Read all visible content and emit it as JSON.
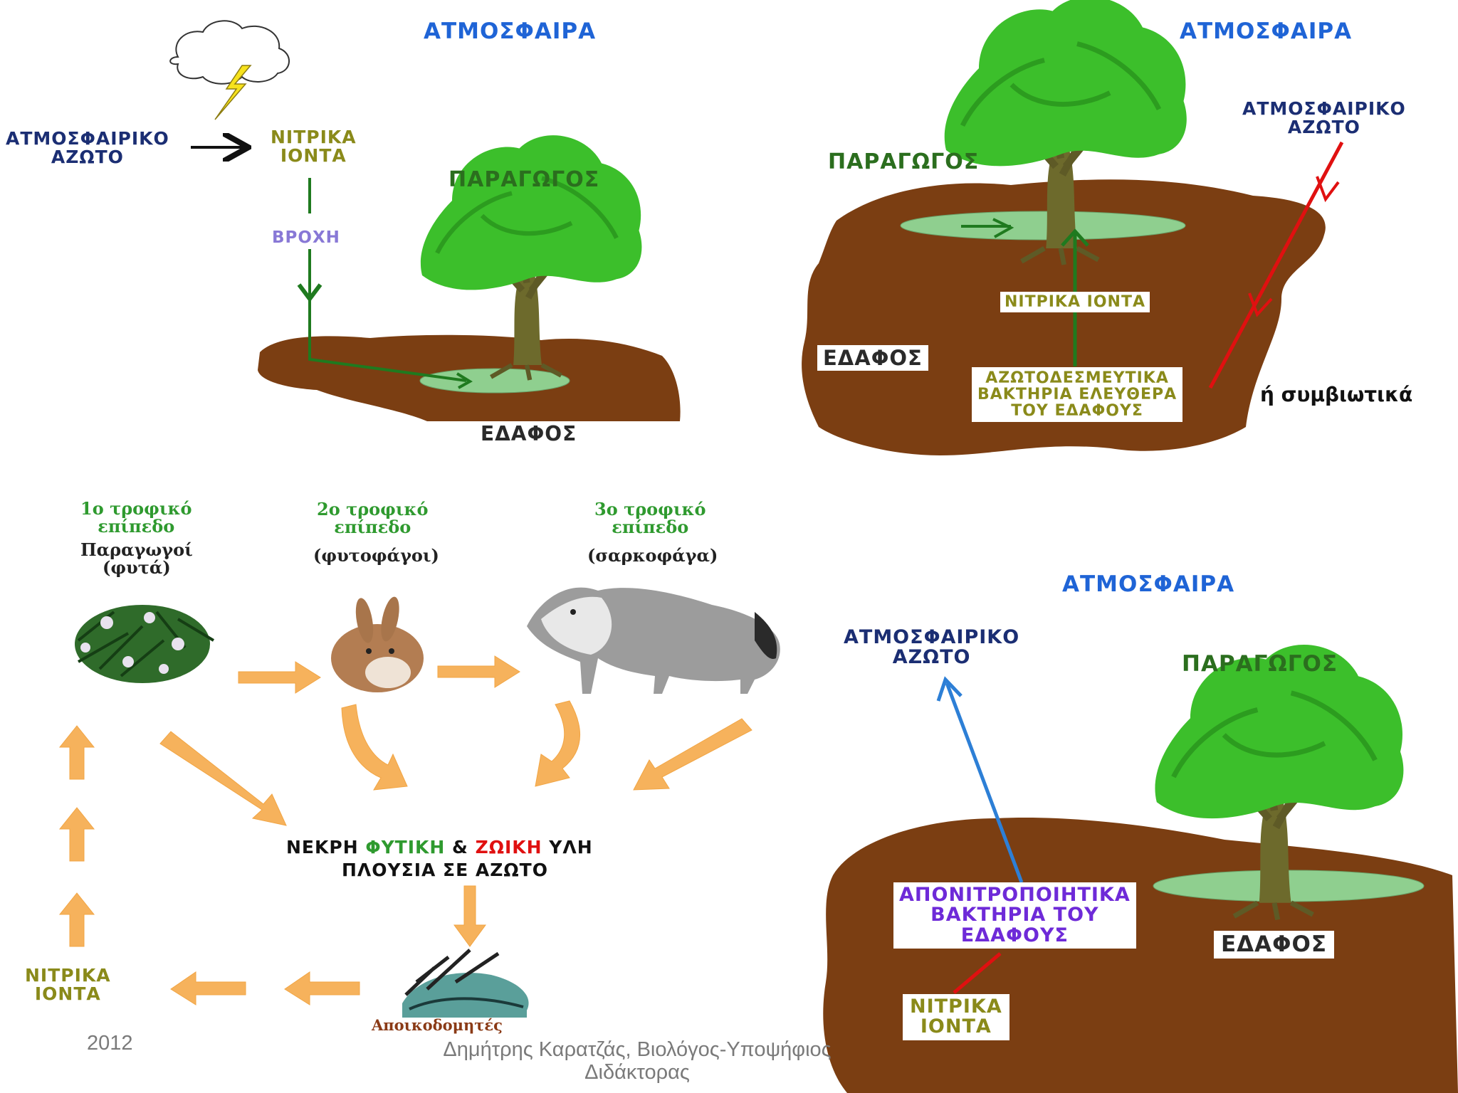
{
  "colors": {
    "blue": "#1f64d6",
    "navy": "#1b2e73",
    "olive": "#8a8a1a",
    "purple": "#6e2ad8",
    "green": "#2f9a2f",
    "red": "#e01010",
    "soil": "#7b3e12",
    "canopy": "#3cbf2b",
    "arrow_orange": "#f6b25c"
  },
  "panel1": {
    "atmosphere": "ΑΤΜΟΣΦΑΙΡΑ",
    "atm_nitrogen": "ΑΤΜΟΣΦΑΙΡΙΚΟ\nΑΖΩΤΟ",
    "nitrate_ions": "ΝΙΤΡΙΚΑ\nΙΟΝΤΑ",
    "rain": "ΒΡΟΧΗ",
    "producer": "ΠΑΡΑΓΩΓΟΣ",
    "soil": "ΕΔΑΦΟΣ"
  },
  "panel2": {
    "atmosphere": "ΑΤΜΟΣΦΑΙΡΑ",
    "producer": "ΠΑΡΑΓΩΓΟΣ",
    "atm_nitrogen": "ΑΤΜΟΣΦΑΙΡΙΚΟ\nΑΖΩΤΟ",
    "nitrate_ions": "ΝΙΤΡΙΚΑ ΙΟΝΤΑ",
    "soil": "ΕΔΑΦΟΣ",
    "fixing_bacteria": "ΑΖΩΤΟΔΕΣΜΕΥΤΙΚΑ\nΒΑΚΤΗΡΙΑ ΕΛΕΥΘΕΡΑ\nΤΟΥ ΕΔΑΦΟΥΣ",
    "or_symbiotic": "ή συμβιωτικά"
  },
  "panel3": {
    "level1_title": "1ο τροφικό\nεπίπεδο",
    "level1_sub": "Παραγωγοί\n(φυτά)",
    "level2_title": "2ο τροφικό\nεπίπεδο",
    "level2_sub": "(φυτοφάγοι)",
    "level3_title": "3ο τροφικό\nεπίπεδο",
    "level3_sub": "(σαρκοφάγα)",
    "dead_matter_1": "ΝΕΚΡΗ ",
    "dead_matter_plant": "ΦΥΤΙΚΗ",
    "dead_matter_amp": " & ",
    "dead_matter_animal": "ΖΩΙΚΗ",
    "dead_matter_2": " ΥΛΗ",
    "dead_matter_line2": "ΠΛΟΥΣΙΑ ΣΕ ΑΖΩΤΟ",
    "decomposers": "Αποικοδομητές",
    "nitrate_ions": "ΝΙΤΡΙΚΑ\nΙΟΝΤΑ"
  },
  "panel4": {
    "atmosphere": "ΑΤΜΟΣΦΑΙΡΑ",
    "atm_nitrogen": "ΑΤΜΟΣΦΑΙΡΙΚΟ\nΑΖΩΤΟ",
    "producer": "ΠΑΡΑΓΩΓΟΣ",
    "denitrifying": "ΑΠΟΝΙΤΡΟΠΟΙΗΤΙΚΑ\nΒΑΚΤΗΡΙΑ ΤΟΥ\nΕΔΑΦΟΥΣ",
    "soil": "ΕΔΑΦΟΣ",
    "nitrate_ions": "ΝΙΤΡΙΚΑ\nΙΟΝΤΑ"
  },
  "footer": {
    "year": "2012",
    "author": "Δημήτρης Καρατζάς, Βιολόγος-Υποψήφιος\nΔιδάκτορας"
  }
}
